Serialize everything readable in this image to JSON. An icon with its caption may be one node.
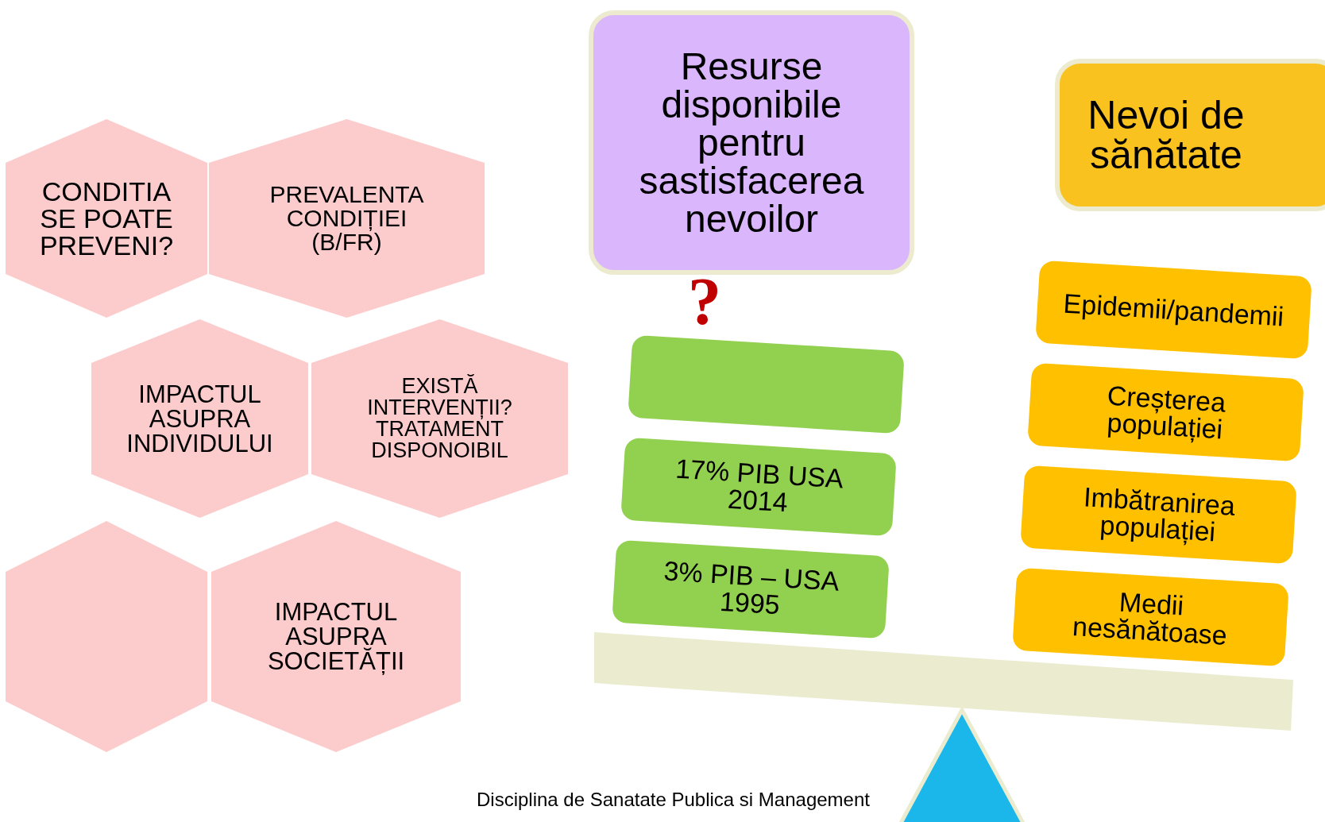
{
  "diagram": {
    "nodes": [
      {
        "text": [
          "CONDITIA SE POATE PREVENI?"
        ]
      },
      {
        "text": [
          "PREVALENTA CONDIȚIEI (B/FR)"
        ]
      },
      {
        "text": [
          "IMPACTUL ASUPRA INDIVIDULUI"
        ]
      },
      {
        "text": [
          "EXISTĂ INTERVENȚII? TRATAMENT DISPONOIBIL"
        ]
      },
      {
        "text": [],
        "shape": "hexagon"
      },
      {
        "text": [
          "IMPACTUL ASUPRA SOCIETĂȚII"
        ]
      },
      {
        "text": [
          "Resurse disponibile pentru sastisfacerea nevoilor"
        ]
      },
      {
        "text": [
          "Nevoi de sănătate"
        ]
      },
      {
        "text": [],
        "shape": "box"
      },
      {
        "text": [
          "17% PIB USA 2014"
        ]
      },
      {
        "text": [
          "3% PIB – USA 1995"
        ]
      },
      {
        "text": [
          "Epidemii/pandemii"
        ]
      },
      {
        "text": [
          "Creșterea populației"
        ]
      },
      {
        "text": [
          "Imbătranirea populației"
        ]
      },
      {
        "text": [
          "Medii nesănătoase"
        ]
      }
    ],
    "labels": [
      "?",
      "Disciplina de Sanatate Publica si Management"
    ]
  }
}
